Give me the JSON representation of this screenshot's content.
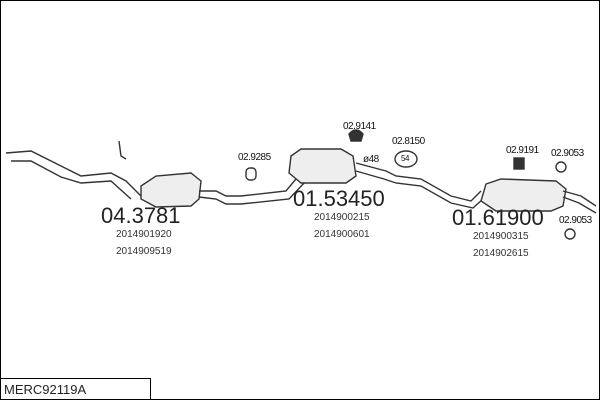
{
  "parts": [
    {
      "number": "04.3781",
      "oem": [
        "2014901920",
        "2014909519"
      ]
    },
    {
      "number": "01.53450",
      "oem": [
        "2014900215",
        "2014900601"
      ]
    },
    {
      "number": "01.61900",
      "oem": [
        "2014900315",
        "2014902615"
      ]
    }
  ],
  "accessories": {
    "a1": "02.9285",
    "a2": "02.9141",
    "a3": "02.8150",
    "a4": "02.9191",
    "a5": "02.9053",
    "a6": "02.9053",
    "pipe_diameter": "ø48",
    "bracket": "54"
  },
  "diagram_code": "MERC92119A"
}
